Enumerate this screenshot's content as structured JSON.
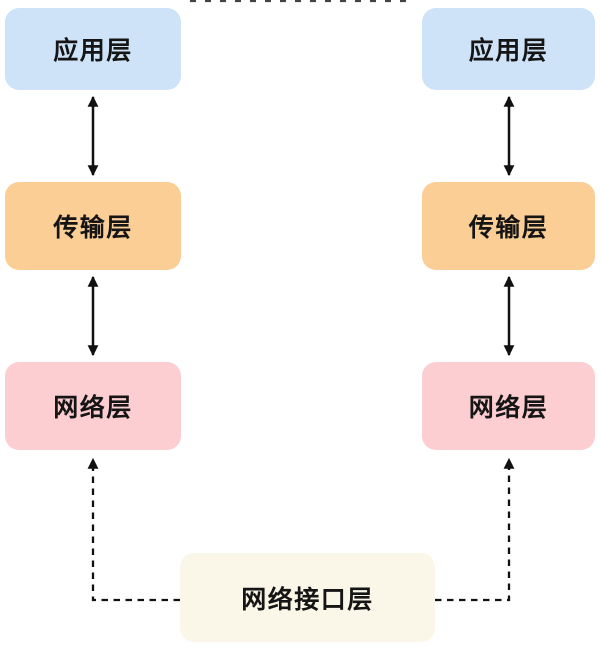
{
  "diagram": {
    "left_stack": {
      "application": {
        "label": "应用层"
      },
      "transport": {
        "label": "传输层"
      },
      "network": {
        "label": "网络层"
      }
    },
    "right_stack": {
      "application": {
        "label": "应用层"
      },
      "transport": {
        "label": "传输层"
      },
      "network": {
        "label": "网络层"
      }
    },
    "interface": {
      "label": "网络接口层"
    },
    "colors": {
      "application_fill": "#cfe3f8",
      "transport_fill": "#fbce96",
      "network_fill": "#fcced2",
      "interface_fill": "#faf7e9",
      "arrow": "#111111",
      "text": "#151515",
      "background": "#ffffff"
    }
  }
}
